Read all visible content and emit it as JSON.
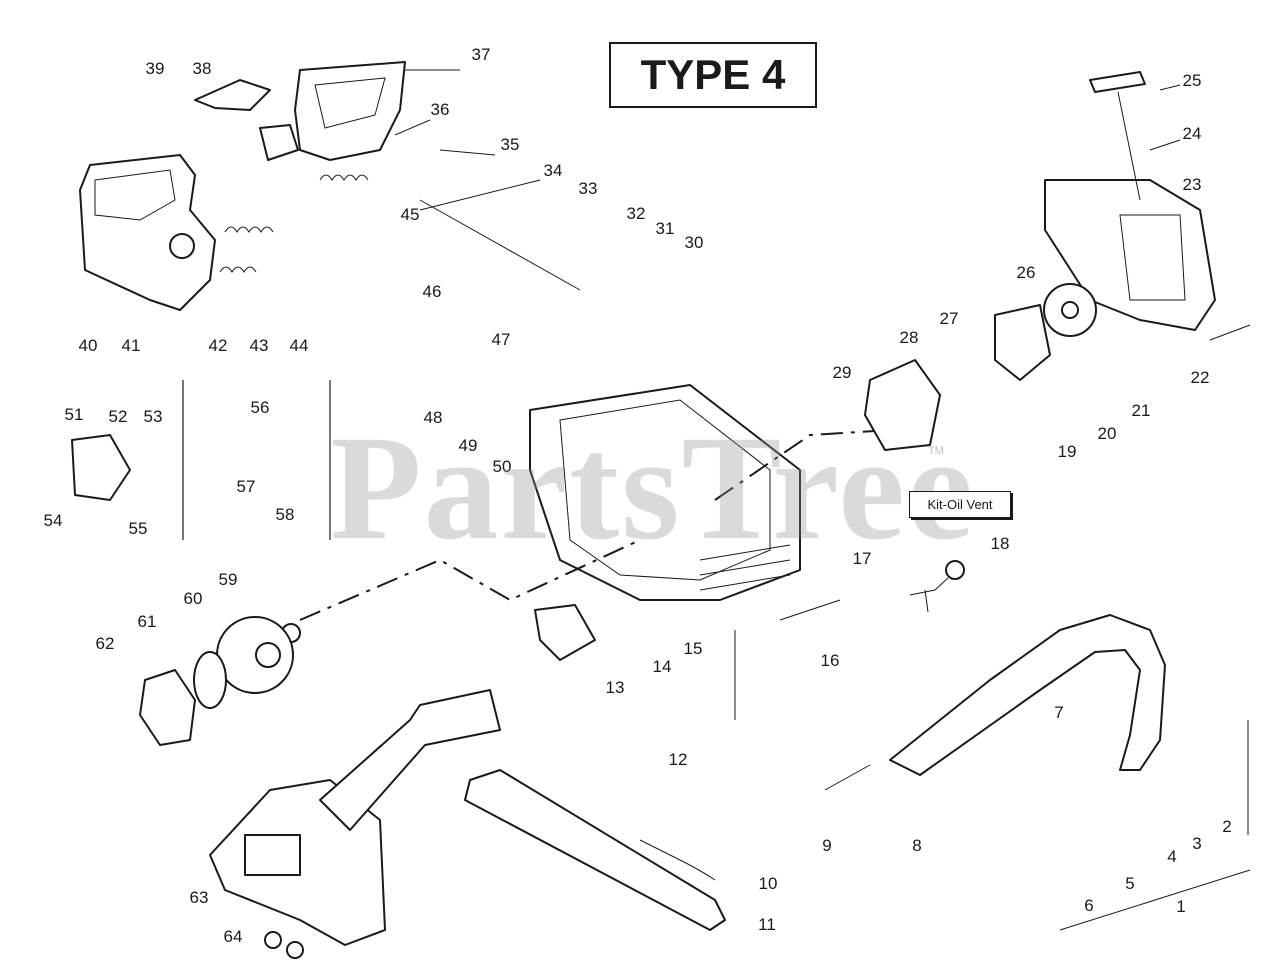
{
  "title": "TYPE 4",
  "kit_label": "Kit-Oil Vent",
  "watermark": "PartsTree",
  "watermark_tm": "TM",
  "labels": [
    "1",
    "2",
    "3",
    "4",
    "5",
    "6",
    "7",
    "8",
    "9",
    "10",
    "11",
    "12",
    "13",
    "14",
    "15",
    "16",
    "17",
    "18",
    "19",
    "20",
    "21",
    "22",
    "23",
    "24",
    "25",
    "26",
    "27",
    "28",
    "29",
    "30",
    "31",
    "32",
    "33",
    "34",
    "35",
    "36",
    "37",
    "38",
    "39",
    "40",
    "41",
    "42",
    "43",
    "44",
    "45",
    "46",
    "47",
    "48",
    "49",
    "50",
    "51",
    "52",
    "53",
    "54",
    "55",
    "56",
    "57",
    "58",
    "59",
    "60",
    "61",
    "62",
    "63",
    "64"
  ],
  "colors": {
    "line": "#1a1a1a",
    "background": "#ffffff",
    "watermark": "#969696"
  }
}
